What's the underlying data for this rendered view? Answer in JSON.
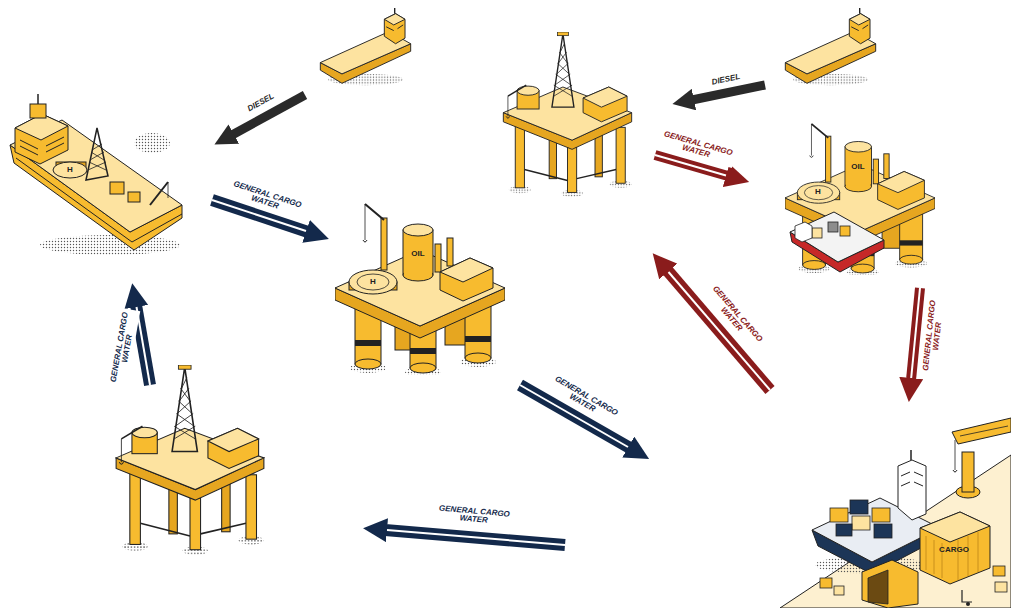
{
  "diagram": {
    "labels": [
      "DIESEL",
      "DIESEL",
      "GENERAL CARGO WATER",
      "GENERAL CARGO WATER",
      "GENERAL CARGO WATER",
      "GENERAL CARGO WATER",
      "GENERAL CARGO WATER",
      "GENERAL CARGO WATER",
      "GENERAL CARGO WATER",
      "H",
      "H",
      "OIL",
      "H",
      "OIL",
      "CARGO"
    ]
  }
}
